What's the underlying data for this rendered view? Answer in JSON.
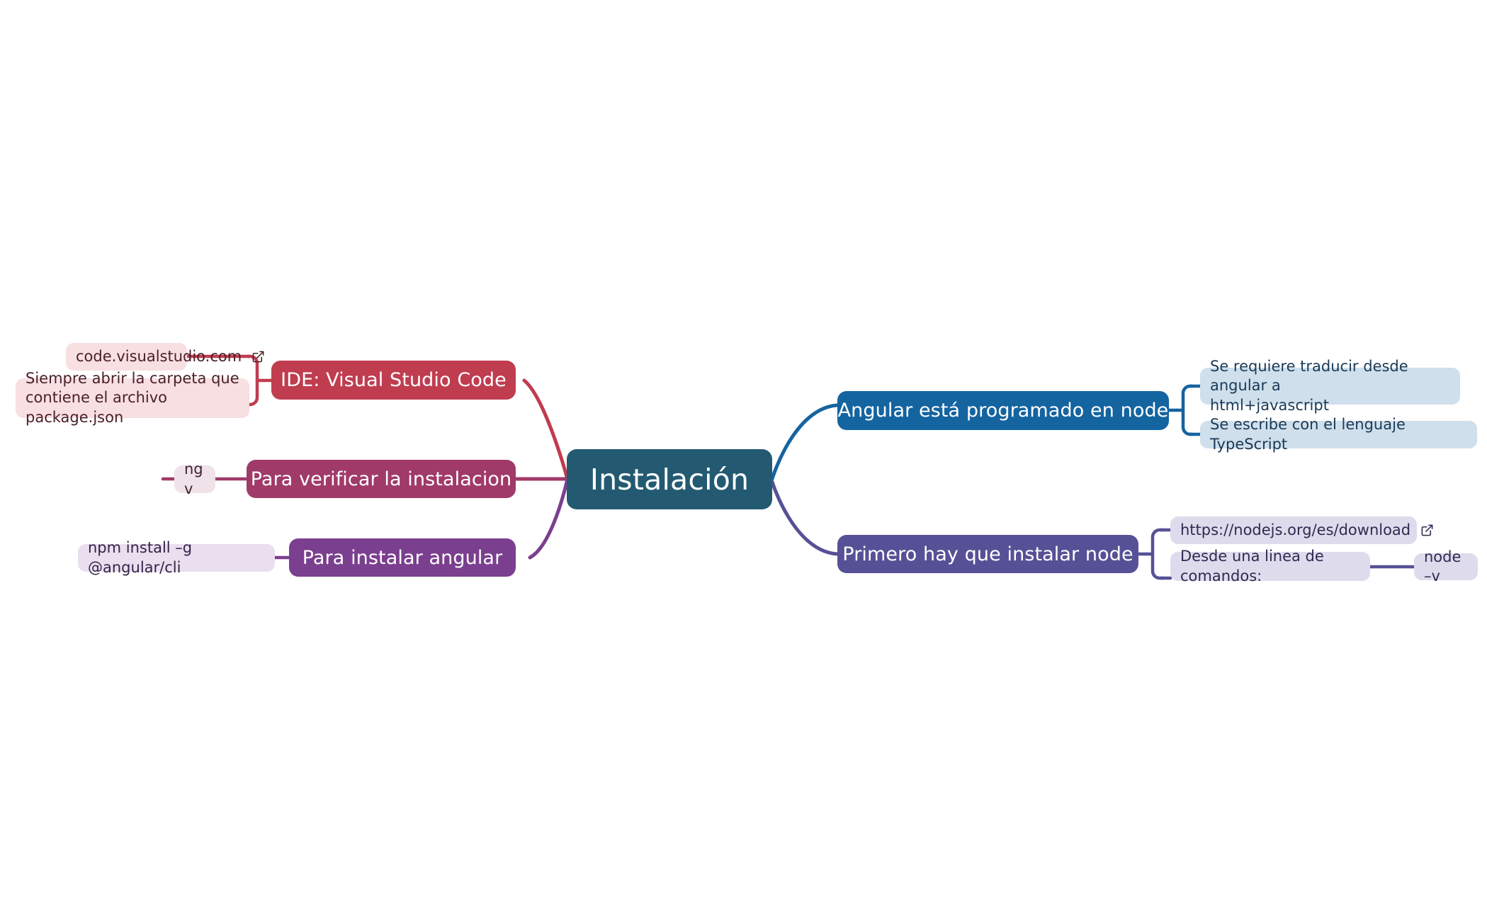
{
  "diagram": {
    "type": "mind-map",
    "title": "Instalación",
    "background": "#ffffff"
  },
  "root": {
    "label": "Instalación",
    "color": "#235a72"
  },
  "branches": [
    {
      "id": "ide",
      "label": "IDE: Visual Studio Code",
      "color": "#c03c4f",
      "side": "left",
      "children": [
        {
          "label": "code.visualstudio.com",
          "icon": "external-link-icon",
          "color": "#f7dfe2"
        },
        {
          "label": "Siempre abrir la carpeta que\ncontiene el archivo package.json",
          "color": "#f7dfe2"
        }
      ]
    },
    {
      "id": "verificar",
      "label": "Para verificar la instalacion",
      "color": "#a03a68",
      "side": "left",
      "children": [
        {
          "label": "ng v",
          "color": "#f0e2e9"
        }
      ]
    },
    {
      "id": "instalar-angular",
      "label": "Para instalar angular",
      "color": "#7b3f8f",
      "side": "left",
      "children": [
        {
          "label": "npm install –g @angular/cli",
          "color": "#e9dfee"
        }
      ]
    },
    {
      "id": "angular-node",
      "label": "Angular está programado en node",
      "color": "#1464a0",
      "side": "right",
      "children": [
        {
          "label": "Se requiere traducir desde angular a\nhtml+javascript",
          "color": "#cfdfec"
        },
        {
          "label": "Se escribe con el lenguaje TypeScript",
          "color": "#cfdfec"
        }
      ]
    },
    {
      "id": "instalar-node",
      "label": "Primero hay que instalar node",
      "color": "#565196",
      "side": "right",
      "children": [
        {
          "label": "https://nodejs.org/es/download",
          "icon": "external-link-icon",
          "color": "#dedbec"
        },
        {
          "label": "Desde una linea de comandos:",
          "color": "#dedbec",
          "children": [
            {
              "label": "node –v",
              "color": "#dedbec"
            }
          ]
        }
      ]
    }
  ]
}
